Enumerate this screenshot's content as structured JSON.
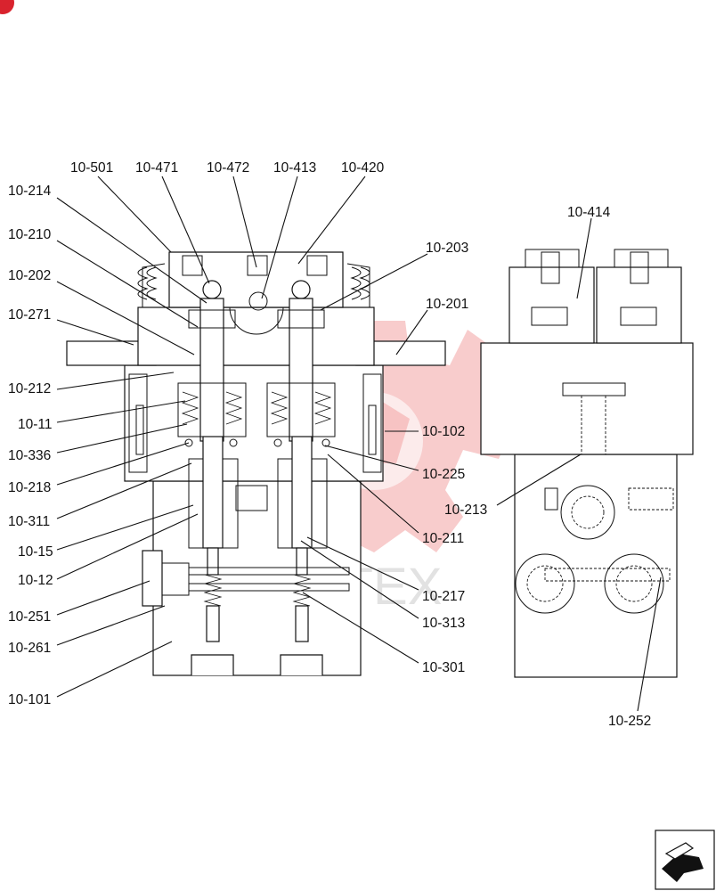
{
  "diagram": {
    "callouts": [
      {
        "id": "10-501",
        "text": "10-501"
      },
      {
        "id": "10-471",
        "text": "10-471"
      },
      {
        "id": "10-472",
        "text": "10-472"
      },
      {
        "id": "10-413",
        "text": "10-413"
      },
      {
        "id": "10-420",
        "text": "10-420"
      },
      {
        "id": "10-214",
        "text": "10-214"
      },
      {
        "id": "10-210",
        "text": "10-210"
      },
      {
        "id": "10-202",
        "text": "10-202"
      },
      {
        "id": "10-271",
        "text": "10-271"
      },
      {
        "id": "10-212",
        "text": "10-212"
      },
      {
        "id": "10-11",
        "text": "10-11"
      },
      {
        "id": "10-336",
        "text": "10-336"
      },
      {
        "id": "10-218",
        "text": "10-218"
      },
      {
        "id": "10-311",
        "text": "10-311"
      },
      {
        "id": "10-15",
        "text": "10-15"
      },
      {
        "id": "10-12",
        "text": "10-12"
      },
      {
        "id": "10-251",
        "text": "10-251"
      },
      {
        "id": "10-261",
        "text": "10-261"
      },
      {
        "id": "10-101",
        "text": "10-101"
      },
      {
        "id": "10-203",
        "text": "10-203"
      },
      {
        "id": "10-201",
        "text": "10-201"
      },
      {
        "id": "10-102",
        "text": "10-102"
      },
      {
        "id": "10-225",
        "text": "10-225"
      },
      {
        "id": "10-211",
        "text": "10-211"
      },
      {
        "id": "10-217",
        "text": "10-217"
      },
      {
        "id": "10-313",
        "text": "10-313"
      },
      {
        "id": "10-301",
        "text": "10-301"
      },
      {
        "id": "10-414",
        "text": "10-414"
      },
      {
        "id": "10-213",
        "text": "10-213"
      },
      {
        "id": "10-252",
        "text": "10-252"
      }
    ],
    "watermark_text": "ИНТЕХ",
    "corner_badge_color": "#d9232e",
    "watermark_color": "#f3a3a3",
    "nav_icon": "arrow-next-page-icon"
  }
}
